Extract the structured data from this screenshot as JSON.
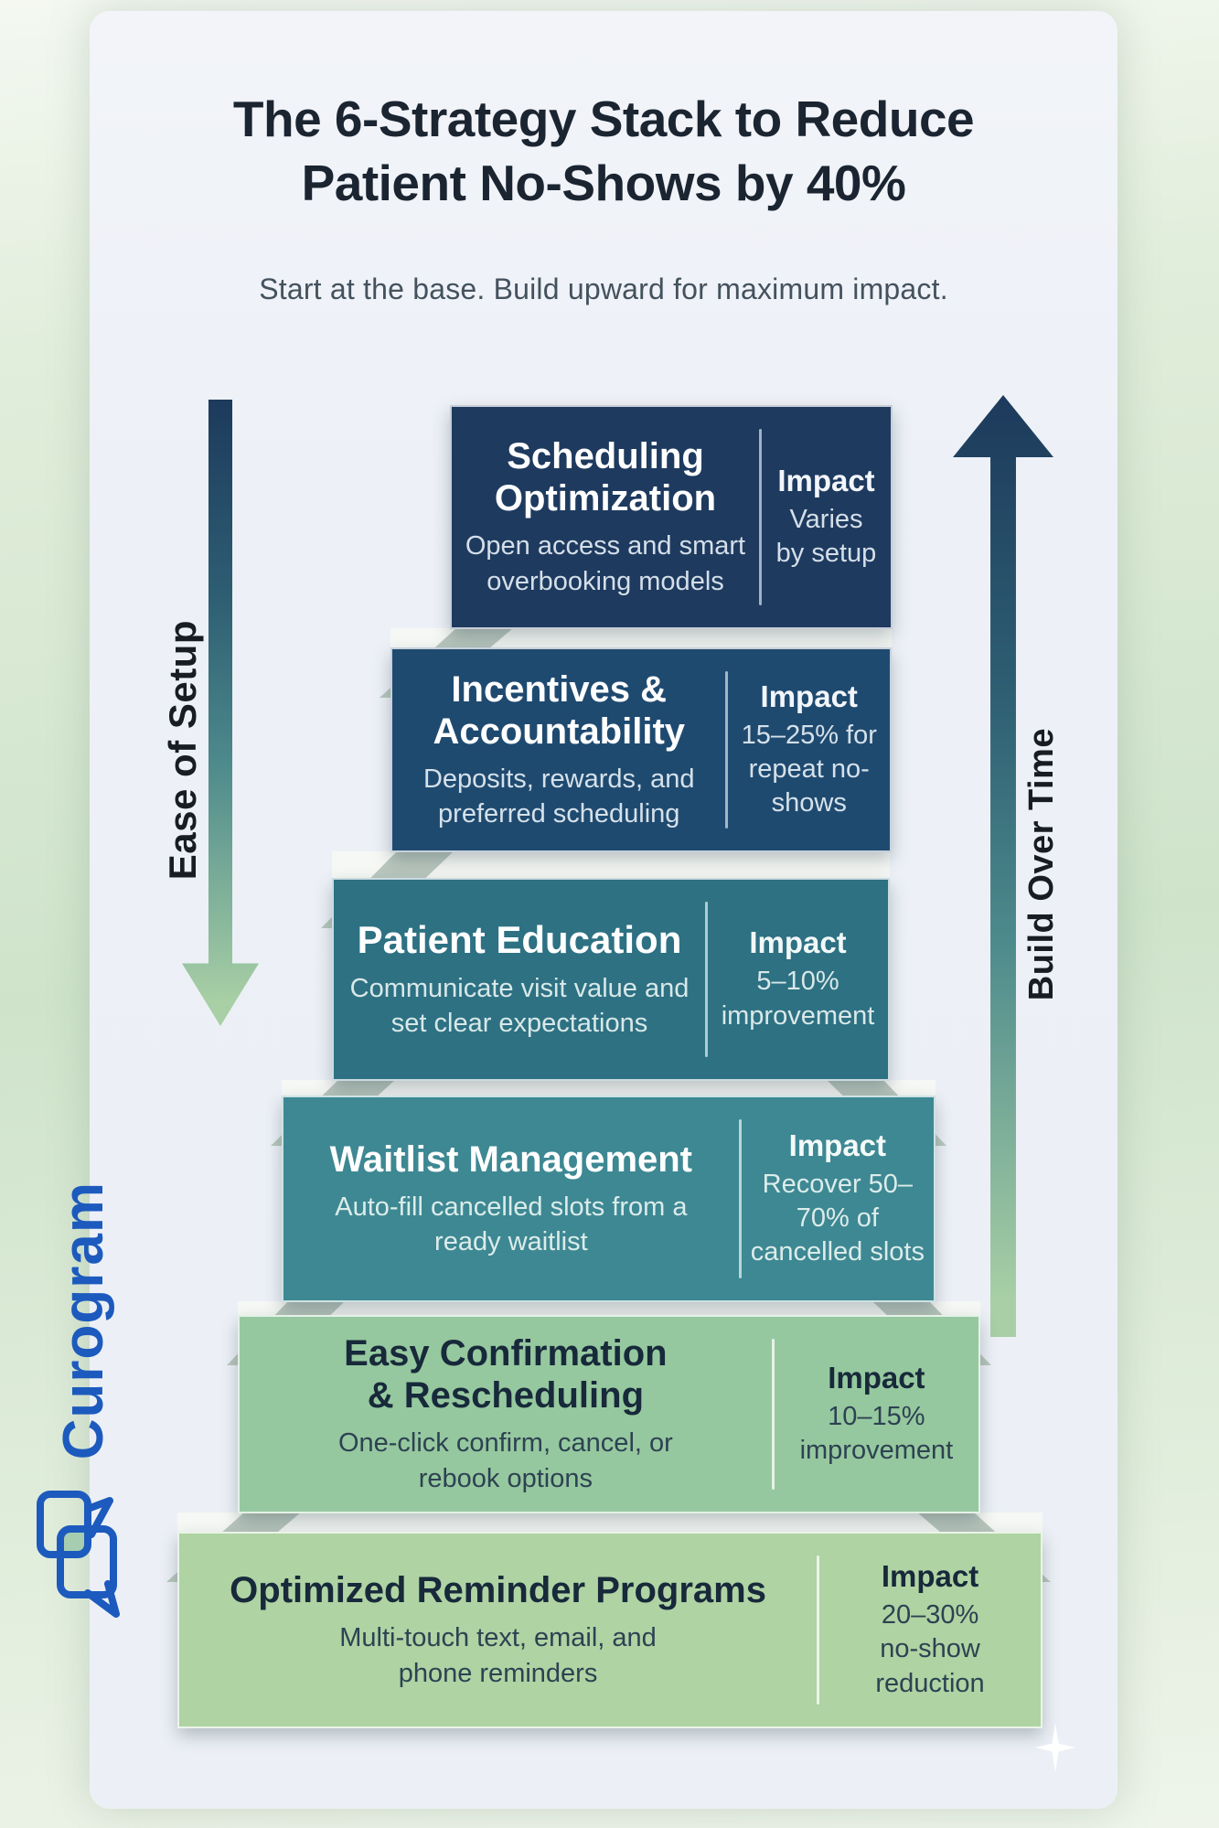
{
  "page": {
    "title_line1": "The 6-Strategy Stack to Reduce",
    "title_line2": "Patient No-Shows by 40%",
    "subtitle": "Start at the base. Build upward for maximum impact."
  },
  "axes": {
    "left_label": "Ease of Setup",
    "right_label": "Build Over Time",
    "gradient_top": "#1d3a5c",
    "gradient_mid": "#4d8a8c",
    "gradient_bottom": "#a8cfa5"
  },
  "brand": {
    "name": "Curogram",
    "color": "#1d5abe",
    "icon": "chat-bubbles-icon",
    "icon_accent": "#a7cdb0"
  },
  "decor": {
    "card_bg": "#edf1f7",
    "step_color": "#f6f8f5",
    "flap_color": "#b6c5bc",
    "sparkle_color": "#ffffff"
  },
  "stack": {
    "levels": [
      {
        "title": "Scheduling Optimization",
        "description": "Open access and smart overbooking models",
        "impact_label": "Impact",
        "impact": "Varies by setup",
        "colors": {
          "bg": "#1e3a5f",
          "heading": "#ffffff",
          "body": "#d5dfe9",
          "impact_heading": "#f2f6fa",
          "impact_text": "#d5dfe9",
          "divider": "rgba(206,219,230,0.75)"
        }
      },
      {
        "title": "Incentives & Accountability",
        "description": "Deposits, rewards, and preferred scheduling",
        "impact_label": "Impact",
        "impact": "15–25% for repeat no-shows",
        "colors": {
          "bg": "#1f4a70",
          "heading": "#ffffff",
          "body": "#d5e1ea",
          "impact_heading": "#f2f6fa",
          "impact_text": "#d5e1ea",
          "divider": "rgba(206,219,230,0.75)"
        }
      },
      {
        "title": "Patient Education",
        "description": "Communicate visit value and set clear expectations",
        "impact_label": "Impact",
        "impact": "5–10% improvement",
        "colors": {
          "bg": "#2d7183",
          "heading": "#ffffff",
          "body": "#d9e8e8",
          "impact_heading": "#f2f8f8",
          "impact_text": "#d9e8e8",
          "divider": "rgba(220,235,232,0.75)"
        }
      },
      {
        "title": "Waitlist Management",
        "description": "Auto-fill cancelled slots from a ready waitlist",
        "impact_label": "Impact",
        "impact": "Recover 50–70% of cancelled slots",
        "colors": {
          "bg": "#3d8893",
          "heading": "#ffffff",
          "body": "#dcecea",
          "impact_heading": "#f4faf9",
          "impact_text": "#dcecea",
          "divider": "rgba(225,240,237,0.75)"
        }
      },
      {
        "title": "Easy Confirmation & Rescheduling",
        "description": "One-click confirm, cancel, or rebook options",
        "impact_label": "Impact",
        "impact": "10–15% improvement",
        "colors": {
          "bg": "#96c89f",
          "heading": "#17293a",
          "body": "#2d4252",
          "impact_heading": "#17293a",
          "impact_text": "#2d4252",
          "divider": "rgba(250,252,250,0.8)"
        }
      },
      {
        "title": "Optimized Reminder Programs",
        "description": "Multi-touch text, email, and phone reminders",
        "impact_label": "Impact",
        "impact": "20–30% no-show reduction",
        "colors": {
          "bg": "#afd3a3",
          "heading": "#17293a",
          "body": "#2d4252",
          "impact_heading": "#17293a",
          "impact_text": "#2d4252",
          "divider": "rgba(250,252,250,0.8)"
        }
      }
    ]
  }
}
